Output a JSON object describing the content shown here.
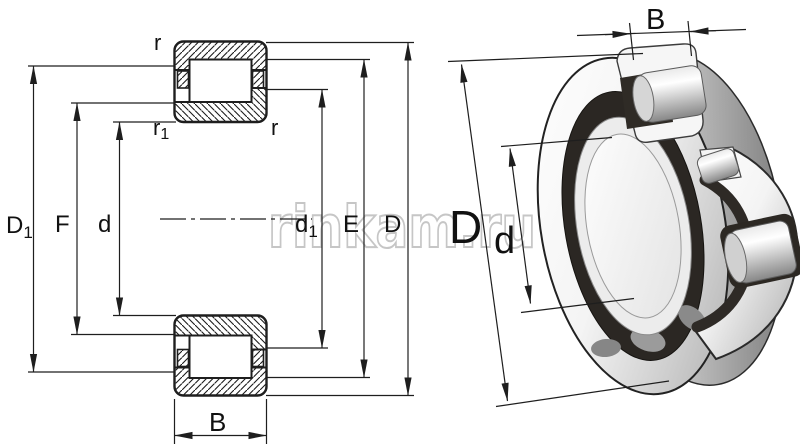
{
  "watermark": {
    "text": "rinkam.ru"
  },
  "section_view": {
    "labels": {
      "D1": {
        "base": "D",
        "sub": "1"
      },
      "F": {
        "base": "F",
        "sub": ""
      },
      "d": {
        "base": "d",
        "sub": ""
      },
      "d1": {
        "base": "d",
        "sub": "1"
      },
      "E": {
        "base": "E",
        "sub": ""
      },
      "D": {
        "base": "D",
        "sub": ""
      },
      "B": {
        "base": "B",
        "sub": ""
      },
      "r_top": {
        "base": "r",
        "sub": ""
      },
      "r1": {
        "base": "r",
        "sub": "1"
      },
      "r_right": {
        "base": "r",
        "sub": ""
      }
    }
  },
  "pictorial_view": {
    "labels": {
      "B": {
        "base": "B",
        "sub": ""
      },
      "D": {
        "base": "D",
        "sub": ""
      },
      "d": {
        "base": "d",
        "sub": ""
      }
    }
  },
  "colors": {
    "background": "#ffffff",
    "line": "#1e1e1e",
    "label": "#111111",
    "watermark": "#c6c6c6",
    "cage": "#2b2723"
  }
}
